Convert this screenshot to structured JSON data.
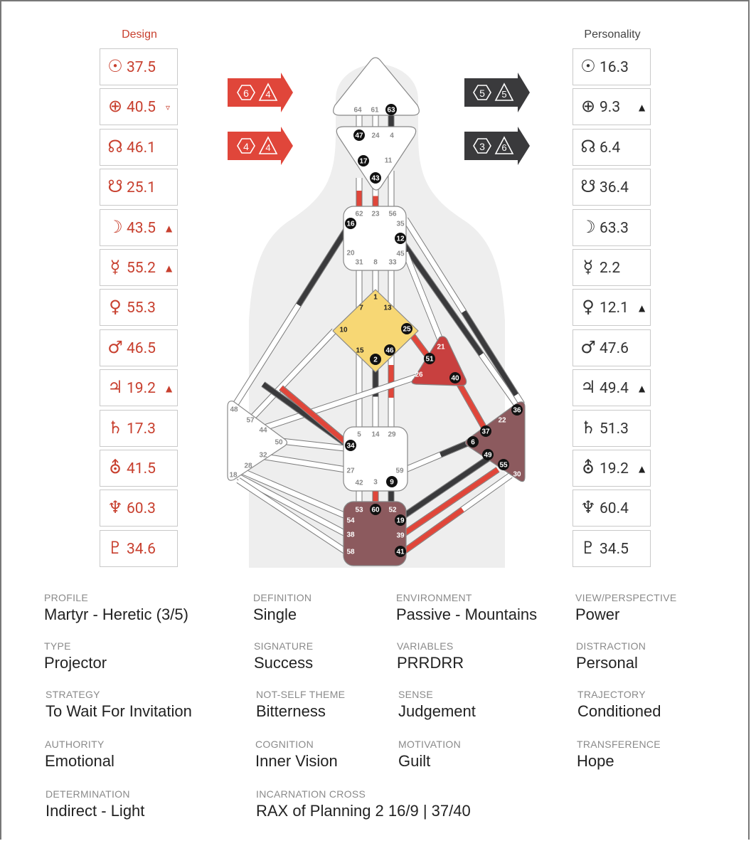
{
  "design": {
    "title": "Design",
    "planets": [
      {
        "icon": "sun-icon",
        "glyph": "☉",
        "value": "37.5",
        "arrow": ""
      },
      {
        "icon": "earth-icon",
        "glyph": "⊕",
        "value": "40.5",
        "arrow": "▿"
      },
      {
        "icon": "north-node-icon",
        "glyph": "☊",
        "value": "46.1",
        "arrow": ""
      },
      {
        "icon": "south-node-icon",
        "glyph": "☋",
        "value": "25.1",
        "arrow": ""
      },
      {
        "icon": "moon-icon",
        "glyph": "☽",
        "value": "43.5",
        "arrow": "▲"
      },
      {
        "icon": "mercury-icon",
        "glyph": "☿",
        "value": "55.2",
        "arrow": "▲"
      },
      {
        "icon": "venus-icon",
        "glyph": "♀",
        "value": "55.3",
        "arrow": ""
      },
      {
        "icon": "mars-icon",
        "glyph": "♂",
        "value": "46.5",
        "arrow": ""
      },
      {
        "icon": "jupiter-icon",
        "glyph": "♃",
        "value": "19.2",
        "arrow": "▲"
      },
      {
        "icon": "saturn-icon",
        "glyph": "♄",
        "value": "17.3",
        "arrow": ""
      },
      {
        "icon": "uranus-icon",
        "glyph": "⛢",
        "value": "41.5",
        "arrow": ""
      },
      {
        "icon": "neptune-icon",
        "glyph": "♆",
        "value": "60.3",
        "arrow": ""
      },
      {
        "icon": "pluto-icon",
        "glyph": "♇",
        "value": "34.6",
        "arrow": ""
      }
    ]
  },
  "personality": {
    "title": "Personality",
    "planets": [
      {
        "icon": "sun-icon",
        "glyph": "☉",
        "value": "16.3",
        "arrow": ""
      },
      {
        "icon": "earth-icon",
        "glyph": "⊕",
        "value": "9.3",
        "arrow": "▲"
      },
      {
        "icon": "north-node-icon",
        "glyph": "☊",
        "value": "6.4",
        "arrow": ""
      },
      {
        "icon": "south-node-icon",
        "glyph": "☋",
        "value": "36.4",
        "arrow": ""
      },
      {
        "icon": "moon-icon",
        "glyph": "☽",
        "value": "63.3",
        "arrow": ""
      },
      {
        "icon": "mercury-icon",
        "glyph": "☿",
        "value": "2.2",
        "arrow": ""
      },
      {
        "icon": "venus-icon",
        "glyph": "♀",
        "value": "12.1",
        "arrow": "▲"
      },
      {
        "icon": "mars-icon",
        "glyph": "♂",
        "value": "47.6",
        "arrow": ""
      },
      {
        "icon": "jupiter-icon",
        "glyph": "♃",
        "value": "49.4",
        "arrow": "▲"
      },
      {
        "icon": "saturn-icon",
        "glyph": "♄",
        "value": "51.3",
        "arrow": ""
      },
      {
        "icon": "uranus-icon",
        "glyph": "⛢",
        "value": "19.2",
        "arrow": "▲"
      },
      {
        "icon": "neptune-icon",
        "glyph": "♆",
        "value": "60.4",
        "arrow": ""
      },
      {
        "icon": "pluto-icon",
        "glyph": "♇",
        "value": "34.5",
        "arrow": ""
      }
    ]
  },
  "variable_arrows": {
    "design_top": [
      "6",
      "4"
    ],
    "design_bottom": [
      "4",
      "4"
    ],
    "personality_top": [
      "5",
      "5"
    ],
    "personality_bottom": [
      "3",
      "6"
    ]
  },
  "colors": {
    "design": "#e0463a",
    "personality": "#3a3a3c",
    "defined_center": "#8c5a5e",
    "g_center": "#f7d774",
    "ego_center": "#c8403f",
    "silhouette": "#eeeeee"
  },
  "gates": {
    "head": [
      "64",
      "61",
      "63"
    ],
    "ajna": [
      "47",
      "24",
      "4",
      "17",
      "11",
      "43"
    ],
    "throat": [
      "62",
      "23",
      "56",
      "16",
      "35",
      "12",
      "20",
      "45",
      "31",
      "8",
      "33"
    ],
    "g": [
      "1",
      "7",
      "13",
      "10",
      "25",
      "15",
      "46",
      "2"
    ],
    "ego": [
      "21",
      "51",
      "26",
      "40"
    ],
    "spleen": [
      "48",
      "57",
      "44",
      "50",
      "32",
      "28",
      "18"
    ],
    "sacral": [
      "5",
      "14",
      "29",
      "34",
      "27",
      "59",
      "42",
      "3",
      "9"
    ],
    "solar_plexus": [
      "36",
      "22",
      "37",
      "6",
      "49",
      "55",
      "30"
    ],
    "root": [
      "53",
      "60",
      "52",
      "54",
      "19",
      "38",
      "39",
      "58",
      "41"
    ],
    "active": [
      "63",
      "47",
      "17",
      "43",
      "16",
      "12",
      "25",
      "51",
      "40",
      "2",
      "46",
      "34",
      "9",
      "60",
      "19",
      "41",
      "36",
      "37",
      "6",
      "49",
      "55"
    ]
  },
  "properties": {
    "profile": {
      "label": "PROFILE",
      "value": "Martyr - Heretic (3/5)"
    },
    "definition": {
      "label": "DEFINITION",
      "value": "Single"
    },
    "environment": {
      "label": "ENVIRONMENT",
      "value": "Passive - Mountains"
    },
    "view": {
      "label": "VIEW/PERSPECTIVE",
      "value": "Power"
    },
    "type": {
      "label": "TYPE",
      "value": "Projector"
    },
    "signature": {
      "label": "SIGNATURE",
      "value": "Success"
    },
    "variables": {
      "label": "VARIABLES",
      "value": "PRRDRR"
    },
    "distraction": {
      "label": "DISTRACTION",
      "value": "Personal"
    },
    "strategy": {
      "label": "STRATEGY",
      "value": "To Wait For Invitation"
    },
    "not_self": {
      "label": "NOT-SELF THEME",
      "value": "Bitterness"
    },
    "sense": {
      "label": "SENSE",
      "value": "Judgement"
    },
    "trajectory": {
      "label": "TRAJECTORY",
      "value": "Conditioned"
    },
    "authority": {
      "label": "AUTHORITY",
      "value": "Emotional"
    },
    "cognition": {
      "label": "COGNITION",
      "value": "Inner Vision"
    },
    "motivation": {
      "label": "MOTIVATION",
      "value": "Guilt"
    },
    "transference": {
      "label": "TRANSFERENCE",
      "value": "Hope"
    },
    "determination": {
      "label": "DETERMINATION",
      "value": "Indirect - Light"
    },
    "cross": {
      "label": "INCARNATION CROSS",
      "value": "RAX of Planning 2 16/9 | 37/40"
    }
  }
}
